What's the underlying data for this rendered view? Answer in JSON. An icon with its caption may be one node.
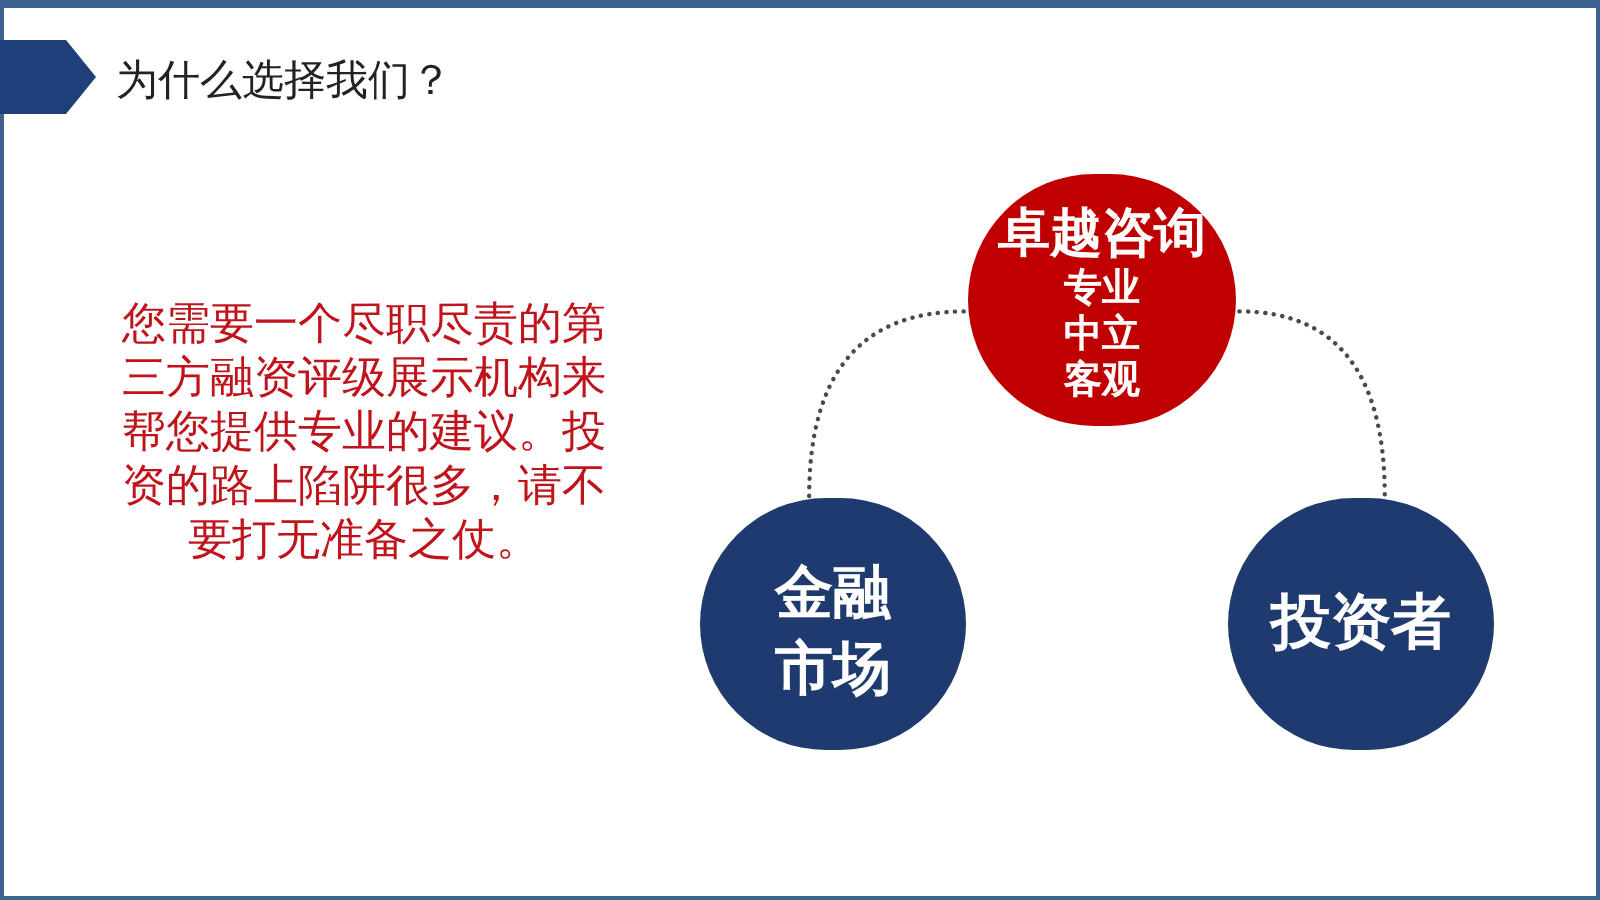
{
  "diagram": {
    "title": "为什么选择我们？",
    "nodes": [
      {
        "text": [
          "卓越咨询",
          "专业",
          "中立",
          "客观"
        ]
      },
      {
        "text": [
          "金融市场"
        ]
      },
      {
        "text": [
          "投资者"
        ]
      }
    ],
    "edges": [
      {
        "from": 1,
        "to": 0,
        "arrow": "none",
        "style": "dashed"
      },
      {
        "from": 0,
        "to": 2,
        "arrow": "none",
        "style": "dashed"
      }
    ],
    "labels": [
      "您需要一个尽职尽责的第三方融资评级展示机构来帮您提供专业的建议。投资的路上陷阱很多，请不要打无准备之仗。"
    ]
  }
}
